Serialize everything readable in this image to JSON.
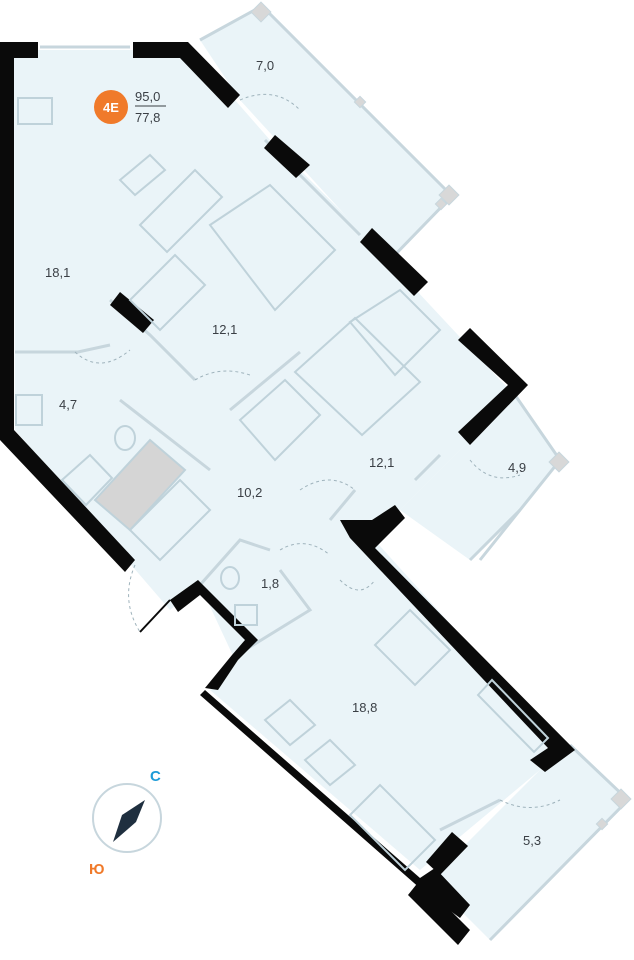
{
  "apartment": {
    "type_badge": "4Е",
    "total_area": "95,0",
    "living_area": "77,8",
    "badge_color": "#F07A2A"
  },
  "rooms": [
    {
      "id": "balcony-top",
      "area": "7,0"
    },
    {
      "id": "living-room",
      "area": "18,1"
    },
    {
      "id": "bedroom-1",
      "area": "12,1"
    },
    {
      "id": "bathroom",
      "area": "4,7"
    },
    {
      "id": "bedroom-2",
      "area": "12,1"
    },
    {
      "id": "balcony-right",
      "area": "4,9"
    },
    {
      "id": "hallway",
      "area": "10,2"
    },
    {
      "id": "toilet",
      "area": "1,8"
    },
    {
      "id": "kitchen",
      "area": "18,8"
    },
    {
      "id": "balcony-bottom",
      "area": "5,3"
    }
  ],
  "compass": {
    "north": "С",
    "south": "Ю",
    "north_color": "#1E9BD7",
    "south_color": "#F07A2A",
    "needle_color": "#1F2F3F"
  },
  "colors": {
    "floor": "#EAF4F8",
    "wall": "#0A0A0A",
    "furniture": "#BFD2DA"
  }
}
